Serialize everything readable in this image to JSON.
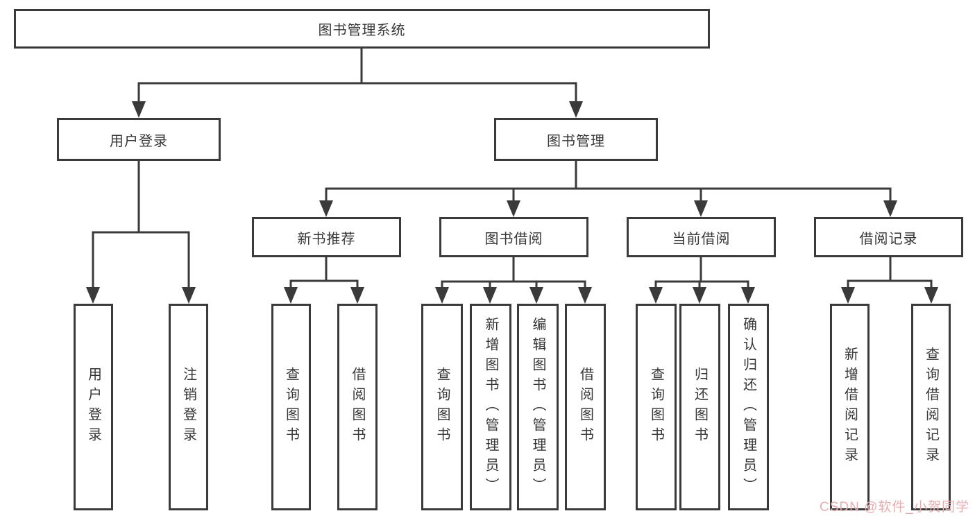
{
  "colors": {
    "line": "#3a3a3a",
    "box_border": "#3a3a3a",
    "text": "#363636",
    "background": "#ffffff",
    "watermark": "#e8aeb0"
  },
  "watermark": {
    "text": "CSDN @软件_小贺同学"
  },
  "tree": {
    "root": {
      "label": "图书管理系统"
    },
    "children": [
      {
        "label": "用户登录",
        "children": [
          {
            "label": "用户登录"
          },
          {
            "label": "注销登录"
          }
        ]
      },
      {
        "label": "图书管理",
        "children": [
          {
            "label": "新书推荐",
            "children": [
              {
                "label": "查询图书"
              },
              {
                "label": "借阅图书"
              }
            ]
          },
          {
            "label": "图书借阅",
            "children": [
              {
                "label": "查询图书"
              },
              {
                "label": "新增图书（管理员）"
              },
              {
                "label": "编辑图书（管理员）"
              },
              {
                "label": "借阅图书"
              }
            ]
          },
          {
            "label": "当前借阅",
            "children": [
              {
                "label": "查询图书"
              },
              {
                "label": "归还图书"
              },
              {
                "label": "确认归还（管理员）"
              }
            ]
          },
          {
            "label": "借阅记录",
            "children": [
              {
                "label": "新增借阅记录"
              },
              {
                "label": "查询借阅记录"
              }
            ]
          }
        ]
      }
    ]
  }
}
